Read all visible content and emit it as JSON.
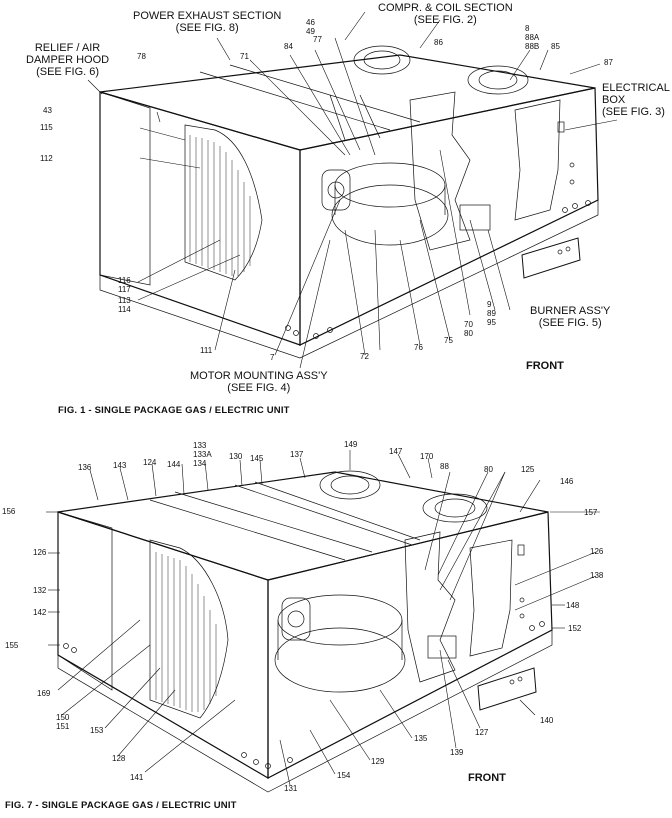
{
  "fig1": {
    "caption": "FIG. 1 - SINGLE PACKAGE GAS / ELECTRIC UNIT",
    "front": "FRONT",
    "sections": {
      "power_exhaust": [
        "POWER EXHAUST SECTION",
        "(SEE FIG. 8)"
      ],
      "compr_coil": [
        "COMPR. & COIL SECTION",
        "(SEE FIG. 2)"
      ],
      "relief_damper": [
        "RELIEF / AIR",
        "DAMPER HOOD",
        "(SEE FIG. 6)"
      ],
      "electrical_box": [
        "ELECTRICAL",
        "BOX",
        "(SEE FIG. 3)"
      ],
      "burner": [
        "BURNER ASS'Y",
        "(SEE FIG. 5)"
      ],
      "motor_mounting": [
        "MOTOR MOUNTING ASS'Y",
        "(SEE FIG. 4)"
      ]
    },
    "callouts": {
      "c46_49": [
        "46",
        "49"
      ],
      "c8_88": [
        "8",
        "88A",
        "88B"
      ],
      "c86": "86",
      "c85": "85",
      "c87": "87",
      "c78": "78",
      "c71": "71",
      "c84": "84",
      "c77": "77",
      "c43": "43",
      "c115": "115",
      "c112": "112",
      "c116_117": [
        "116",
        "117"
      ],
      "c113_114": [
        "113",
        "114"
      ],
      "c111": "111",
      "c7": "7",
      "c72": "72",
      "c76": "76",
      "c75": "75",
      "c70_80": [
        "70",
        "80"
      ],
      "c9_89_95": [
        "9",
        "89",
        "95"
      ]
    }
  },
  "fig7": {
    "caption": "FIG. 7 - SINGLE PACKAGE GAS / ELECTRIC UNIT",
    "front": "FRONT",
    "callouts": {
      "c133": [
        "133",
        "133A",
        "134"
      ],
      "c136": "136",
      "c143": "143",
      "c124": "124",
      "c144": "144",
      "c130": "130",
      "c145": "145",
      "c137": "137",
      "c149": "149",
      "c147": "147",
      "c170": "170",
      "c88": "88",
      "c80": "80",
      "c125": "125",
      "c146": "146",
      "c156": "156",
      "c157": "157",
      "c126_left": "126",
      "c126_right": "126",
      "c132": "132",
      "c138": "138",
      "c142": "142",
      "c148": "148",
      "c155": "155",
      "c152": "152",
      "c169": "169",
      "c150_151": [
        "150",
        "151"
      ],
      "c153": "153",
      "c128": "128",
      "c141": "141",
      "c131": "131",
      "c154": "154",
      "c129": "129",
      "c135": "135",
      "c139": "139",
      "c127": "127",
      "c140": "140"
    }
  }
}
